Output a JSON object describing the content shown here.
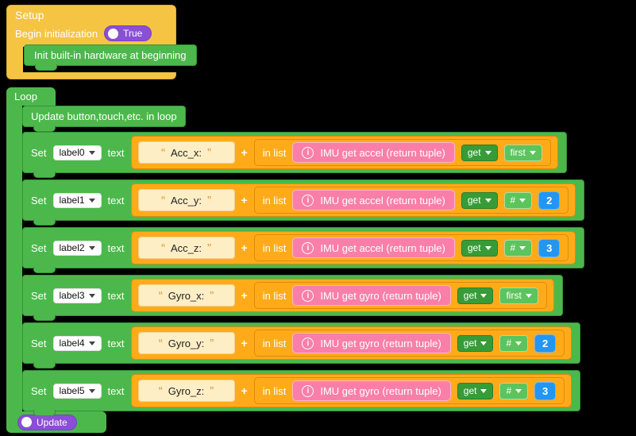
{
  "colors": {
    "background": "#000000",
    "setup_yellow": "#f6c443",
    "block_green": "#4cb84c",
    "expression_orange": "#ffab19",
    "imu_pink": "#f97fa9",
    "string_tan": "#fdeec6",
    "number_blue": "#2196f3",
    "toggle_purple": "#8a4fd6"
  },
  "shared": {
    "set_label": "Set",
    "text_label": "text",
    "plus": "+",
    "in_list_label": "in list",
    "get_label": "get",
    "open_quote": "“",
    "close_quote": "”"
  },
  "setup": {
    "title": "Setup",
    "begin_label": "Begin initialization",
    "begin_value": "True",
    "init_label": "Init built-in hardware at beginning"
  },
  "loop": {
    "title": "Loop",
    "header": "Update button,touch,etc. in loop",
    "footer_button": "Update",
    "rows": [
      {
        "variable": "label0",
        "string_value": "Acc_x:",
        "imu_label": "IMU get accel (return tuple)",
        "index_label": "first"
      },
      {
        "variable": "label1",
        "string_value": "Acc_y:",
        "imu_label": "IMU get accel (return tuple)",
        "index_label": "#",
        "index_number": "2"
      },
      {
        "variable": "label2",
        "string_value": "Acc_z:",
        "imu_label": "IMU get accel (return tuple)",
        "index_label": "#",
        "index_number": "3"
      },
      {
        "variable": "label3",
        "string_value": "Gyro_x:",
        "imu_label": "IMU get gyro (return tuple)",
        "index_label": "first"
      },
      {
        "variable": "label4",
        "string_value": "Gyro_y:",
        "imu_label": "IMU get gyro (return tuple)",
        "index_label": "#",
        "index_number": "2"
      },
      {
        "variable": "label5",
        "string_value": "Gyro_z:",
        "imu_label": "IMU get gyro (return tuple)",
        "index_label": "#",
        "index_number": "3"
      }
    ]
  }
}
